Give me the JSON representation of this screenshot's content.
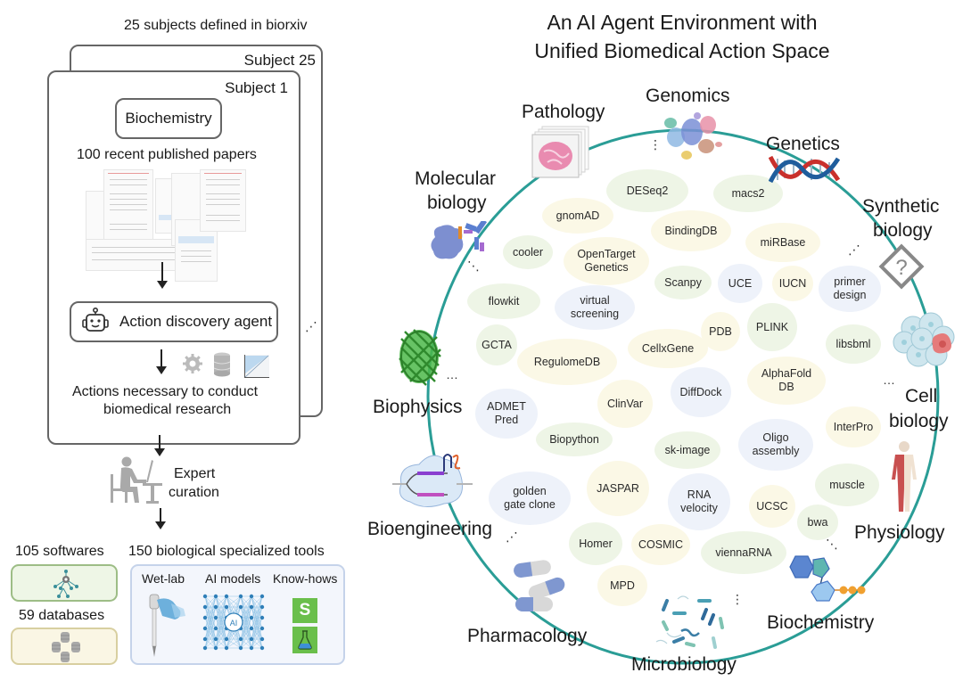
{
  "left": {
    "subjects_caption": "25 subjects defined in biorxiv",
    "subject_back_label": "Subject 25",
    "subject_front_label": "Subject 1",
    "subject_example": "Biochemistry",
    "papers_caption": "100 recent published papers",
    "agent_label": "Action discovery agent",
    "actions_caption_line1": "Actions necessary to conduct",
    "actions_caption_line2": "biomedical research",
    "ellipsis": "⋰",
    "curation_line1": "Expert",
    "curation_line2": "curation",
    "softwares_label": "105 softwares",
    "databases_label": "59 databases",
    "tools_label": "150 biological specialized tools",
    "tool_categories": [
      "Wet-lab",
      "AI models",
      "Know-hows"
    ],
    "ai_badge": "AI",
    "knowhow_s": "S",
    "icons": [
      "robot-icon",
      "gear-icon",
      "database-icon",
      "chart-icon",
      "person-at-computer-icon",
      "network-tree-icon",
      "database-cluster-icon",
      "pipette-icon",
      "neural-network-icon",
      "flask-icon"
    ]
  },
  "right": {
    "title_line1": "An AI Agent Environment with",
    "title_line2": "Unified Biomedical Action Space",
    "ring_color": "#2a9d96",
    "fields": [
      "Genomics",
      "Pathology",
      "Genetics",
      "Molecular biology",
      "Synthetic biology",
      "Biophysics",
      "Cell biology",
      "Bioengineering",
      "Physiology",
      "Pharmacology",
      "Biochemistry",
      "Microbiology"
    ],
    "field_label_parts": {
      "molecular": [
        "Molecular",
        "biology"
      ],
      "synthetic": [
        "Synthetic",
        "biology"
      ],
      "cell": [
        "Cell",
        "biology"
      ]
    },
    "tools": [
      {
        "label": "DESeq2",
        "color": "green"
      },
      {
        "label": "macs2",
        "color": "green"
      },
      {
        "label": "gnomAD",
        "color": "yellow"
      },
      {
        "label": "BindingDB",
        "color": "yellow"
      },
      {
        "label": "miRBase",
        "color": "yellow"
      },
      {
        "label": "cooler",
        "color": "green"
      },
      {
        "label": "OpenTarget Genetics",
        "color": "yellow"
      },
      {
        "label": "Scanpy",
        "color": "green"
      },
      {
        "label": "UCE",
        "color": "blue"
      },
      {
        "label": "IUCN",
        "color": "yellow"
      },
      {
        "label": "primer design",
        "color": "blue"
      },
      {
        "label": "flowkit",
        "color": "green"
      },
      {
        "label": "virtual screening",
        "color": "blue"
      },
      {
        "label": "PDB",
        "color": "yellow"
      },
      {
        "label": "PLINK",
        "color": "green"
      },
      {
        "label": "GCTA",
        "color": "green"
      },
      {
        "label": "CellxGene",
        "color": "yellow"
      },
      {
        "label": "libsbml",
        "color": "green"
      },
      {
        "label": "RegulomeDB",
        "color": "yellow"
      },
      {
        "label": "AlphaFold DB",
        "color": "yellow"
      },
      {
        "label": "DiffDock",
        "color": "blue"
      },
      {
        "label": "ADMET Pred",
        "color": "blue"
      },
      {
        "label": "ClinVar",
        "color": "yellow"
      },
      {
        "label": "InterPro",
        "color": "yellow"
      },
      {
        "label": "Oligo assembly",
        "color": "blue"
      },
      {
        "label": "Biopython",
        "color": "green"
      },
      {
        "label": "sk-image",
        "color": "green"
      },
      {
        "label": "golden gate clone",
        "color": "blue"
      },
      {
        "label": "JASPAR",
        "color": "yellow"
      },
      {
        "label": "RNA velocity",
        "color": "blue"
      },
      {
        "label": "muscle",
        "color": "green"
      },
      {
        "label": "UCSC",
        "color": "yellow"
      },
      {
        "label": "bwa",
        "color": "green"
      },
      {
        "label": "Homer",
        "color": "green"
      },
      {
        "label": "COSMIC",
        "color": "yellow"
      },
      {
        "label": "viennaRNA",
        "color": "green"
      },
      {
        "label": "MPD",
        "color": "yellow"
      }
    ],
    "ellipsis_v": "⋮",
    "ellipsis_h": "…",
    "ellipsis_d": "⋰",
    "ellipsis_d2": "⋱"
  }
}
